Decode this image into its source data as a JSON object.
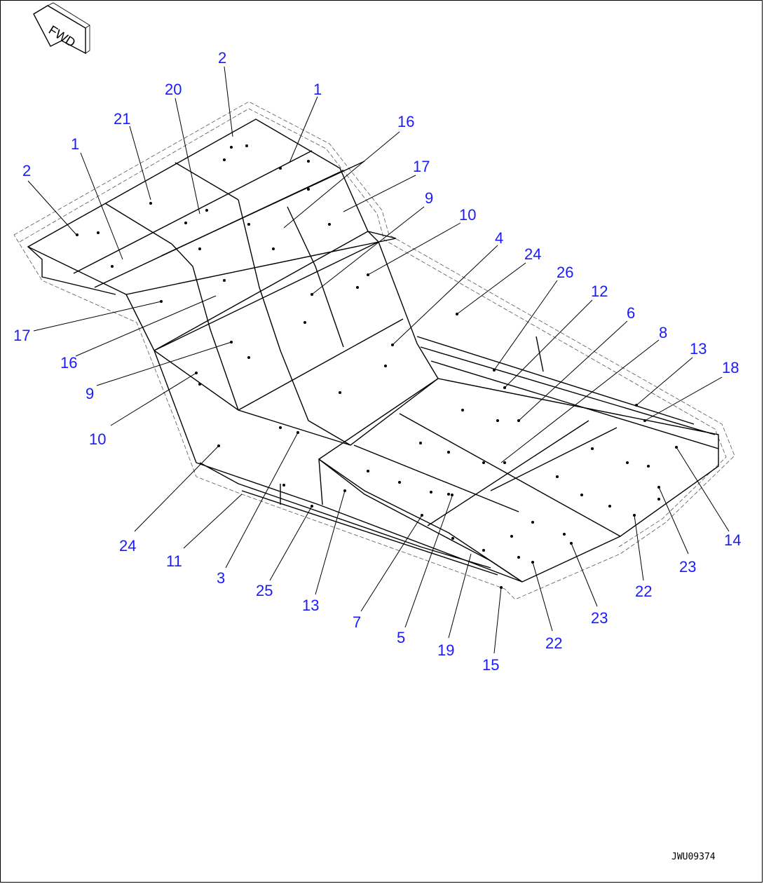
{
  "diagram": {
    "direction_marker": "FWD",
    "drawing_id": "JWU09374",
    "colors": {
      "callout": "#1a1aff",
      "line": "#000000"
    },
    "callouts": [
      {
        "id": "c-2a",
        "text": "2"
      },
      {
        "id": "c-20",
        "text": "20"
      },
      {
        "id": "c-1a",
        "text": "1"
      },
      {
        "id": "c-21",
        "text": "21"
      },
      {
        "id": "c-16a",
        "text": "16"
      },
      {
        "id": "c-1b",
        "text": "1"
      },
      {
        "id": "c-17a",
        "text": "17"
      },
      {
        "id": "c-2b",
        "text": "2"
      },
      {
        "id": "c-9a",
        "text": "9"
      },
      {
        "id": "c-10a",
        "text": "10"
      },
      {
        "id": "c-4",
        "text": "4"
      },
      {
        "id": "c-24a",
        "text": "24"
      },
      {
        "id": "c-26",
        "text": "26"
      },
      {
        "id": "c-12",
        "text": "12"
      },
      {
        "id": "c-6",
        "text": "6"
      },
      {
        "id": "c-8",
        "text": "8"
      },
      {
        "id": "c-13a",
        "text": "13"
      },
      {
        "id": "c-18",
        "text": "18"
      },
      {
        "id": "c-17b",
        "text": "17"
      },
      {
        "id": "c-16b",
        "text": "16"
      },
      {
        "id": "c-9b",
        "text": "9"
      },
      {
        "id": "c-10b",
        "text": "10"
      },
      {
        "id": "c-14",
        "text": "14"
      },
      {
        "id": "c-24b",
        "text": "24"
      },
      {
        "id": "c-11",
        "text": "11"
      },
      {
        "id": "c-3",
        "text": "3"
      },
      {
        "id": "c-25",
        "text": "25"
      },
      {
        "id": "c-13b",
        "text": "13"
      },
      {
        "id": "c-23a",
        "text": "23"
      },
      {
        "id": "c-22a",
        "text": "22"
      },
      {
        "id": "c-7",
        "text": "7"
      },
      {
        "id": "c-5",
        "text": "5"
      },
      {
        "id": "c-19",
        "text": "19"
      },
      {
        "id": "c-23b",
        "text": "23"
      },
      {
        "id": "c-22b",
        "text": "22"
      },
      {
        "id": "c-15",
        "text": "15"
      }
    ]
  }
}
